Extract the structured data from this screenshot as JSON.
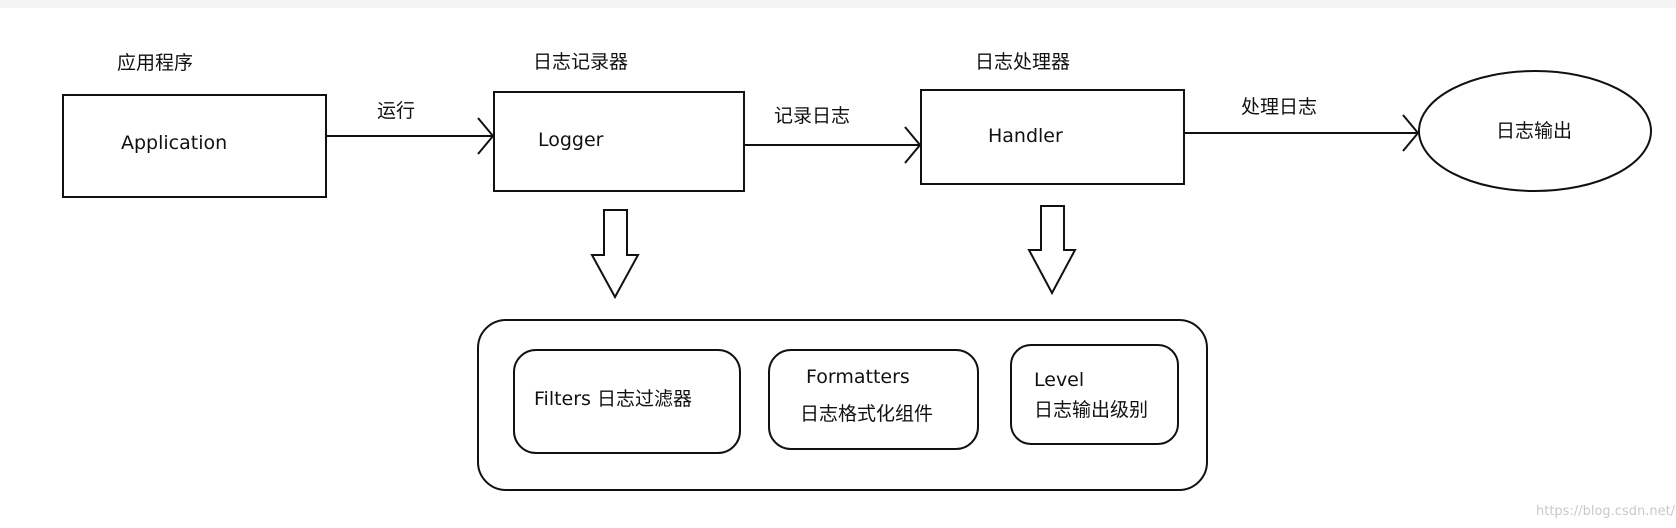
{
  "headers": {
    "application": "应用程序",
    "logger": "日志记录器",
    "handler": "日志处理器"
  },
  "nodes": {
    "application": "Application",
    "logger": "Logger",
    "handler": "Handler",
    "output": "日志输出"
  },
  "edges": {
    "run": "运行",
    "record_log": "记录日志",
    "handle_log": "处理日志"
  },
  "components": {
    "filters": "Filters 日志过滤器",
    "formatters_line1": "Formatters",
    "formatters_line2": "日志格式化组件",
    "level_line1": "Level",
    "level_line2": "日志输出级别"
  },
  "watermark": "https://blog.csdn.net/py"
}
